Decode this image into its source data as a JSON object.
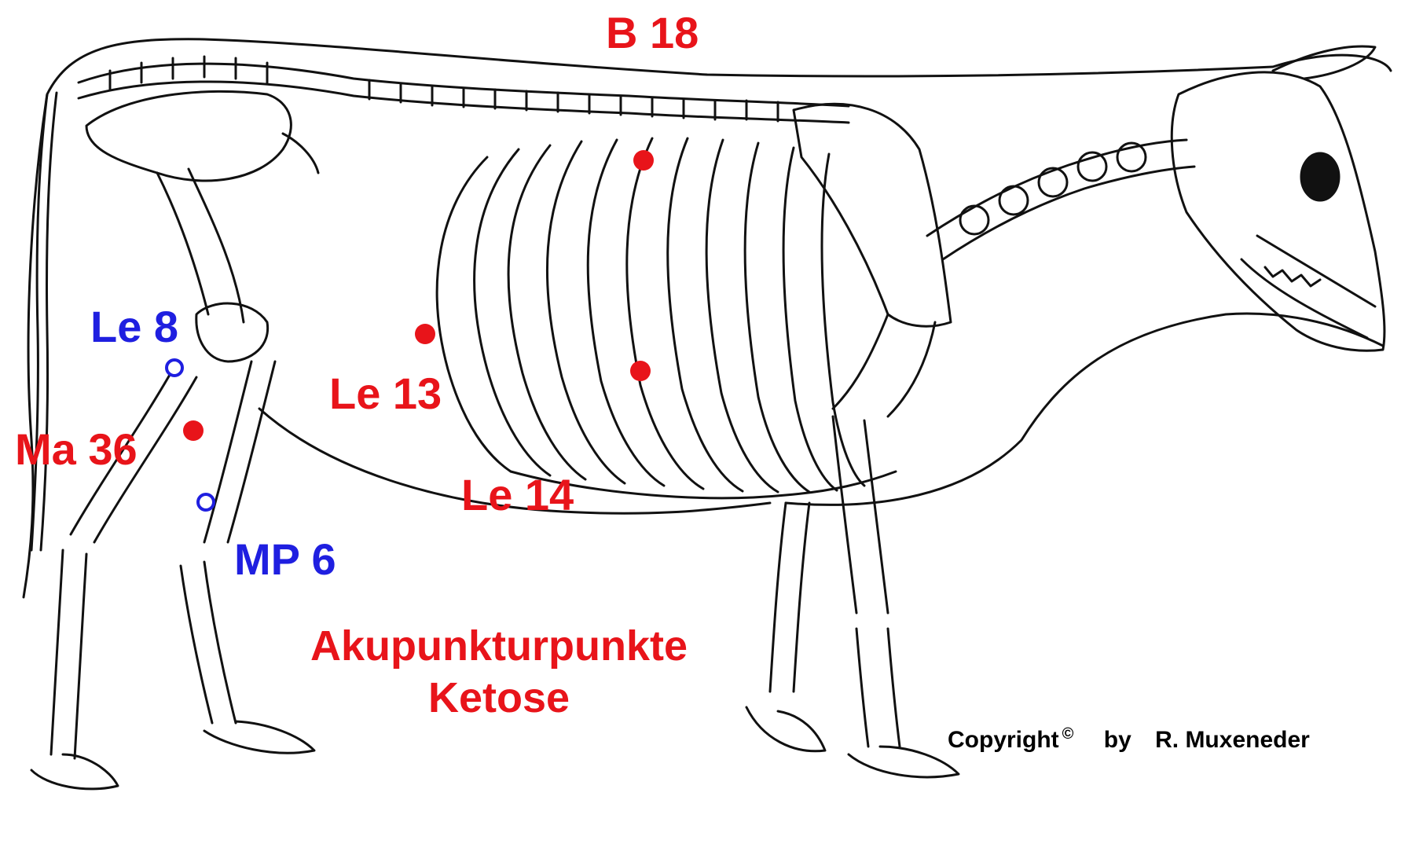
{
  "colors": {
    "red": "#e8141a",
    "blue": "#1f1fe0",
    "ink": "#111111"
  },
  "labels": {
    "b18": "B 18",
    "le8": "Le 8",
    "le13": "Le 13",
    "ma36": "Ma 36",
    "le14": "Le 14",
    "mp6": "MP 6"
  },
  "title": {
    "line1": "Akupunkturpunkte",
    "line2": "Ketose"
  },
  "copyright": {
    "word": "Copyright",
    "symbol": "©",
    "by": "by",
    "author": "R. Muxeneder"
  }
}
